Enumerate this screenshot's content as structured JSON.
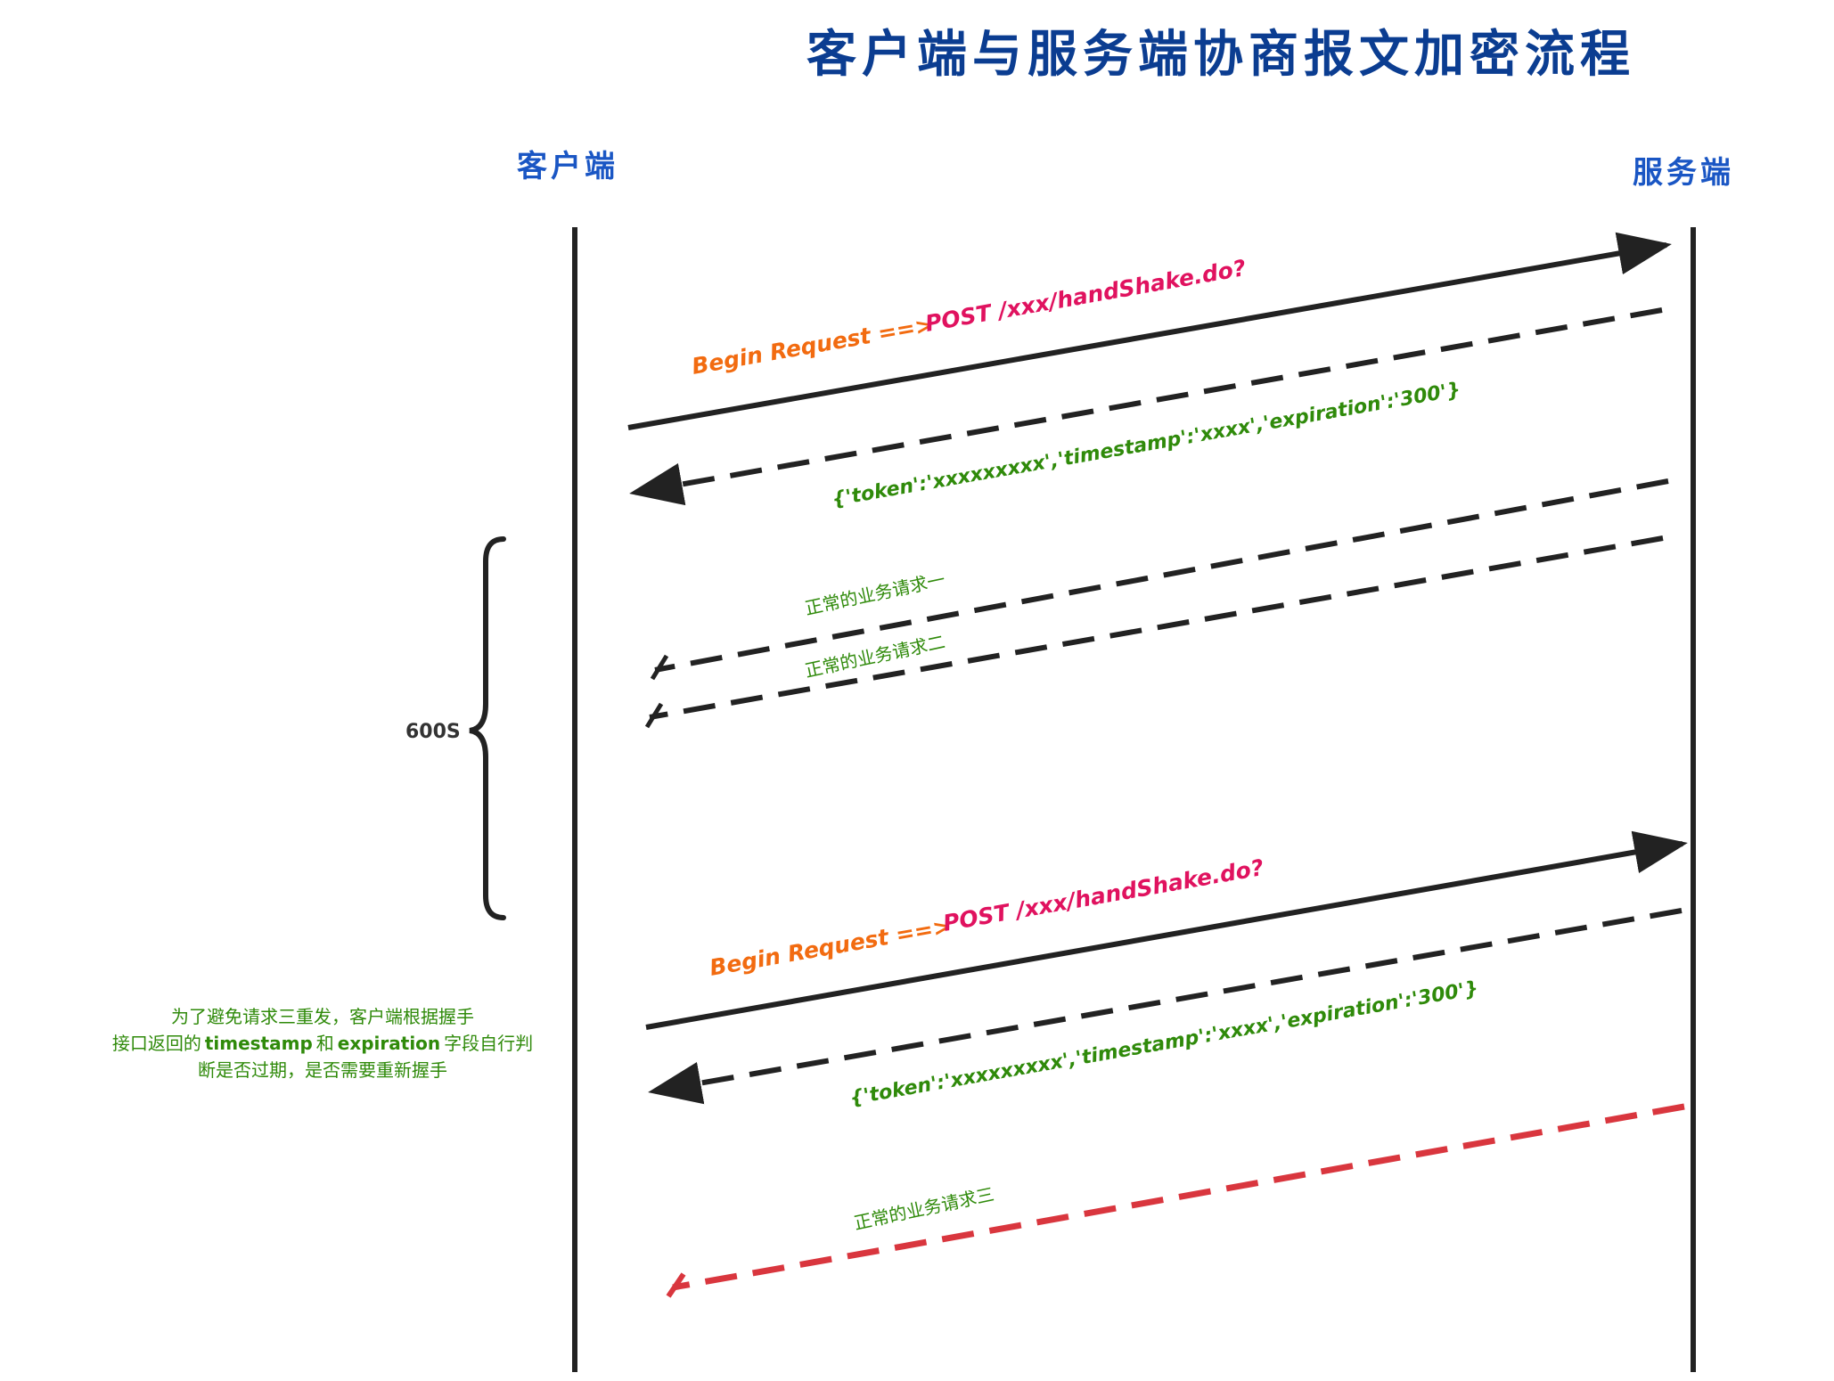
{
  "title": "客户端与服务端协商报文加密流程",
  "actors": {
    "client": "客户端",
    "server": "服务端"
  },
  "handshake": {
    "begin_label": "Begin Request ==>",
    "request_path": "POST /xxx/handShake.do?",
    "response_body": "{'token':'xxxxxxxxx','timestamp':'xxxx','expiration':'300'}"
  },
  "business_requests": {
    "one": "正常的业务请求一",
    "two": "正常的业务请求二",
    "three": "正常的业务请求三"
  },
  "interval_label": "600S",
  "note": {
    "line1": "为了避免请求三重发，客户端根据握手",
    "line2_prefix": "接口返回的",
    "line2_timestamp": "timestamp",
    "line2_and": "和",
    "line2_expiration": "expiration",
    "line2_suffix": "字段自行判",
    "line3": "断是否过期，是否需要重新握手"
  },
  "colors": {
    "title": "#0b3d91",
    "actor": "#1a56c4",
    "begin_label": "#f26b10",
    "request_path": "#e0125f",
    "response": "#2f8a0a",
    "lines": "#222222",
    "expired_request": "#d9363e"
  }
}
